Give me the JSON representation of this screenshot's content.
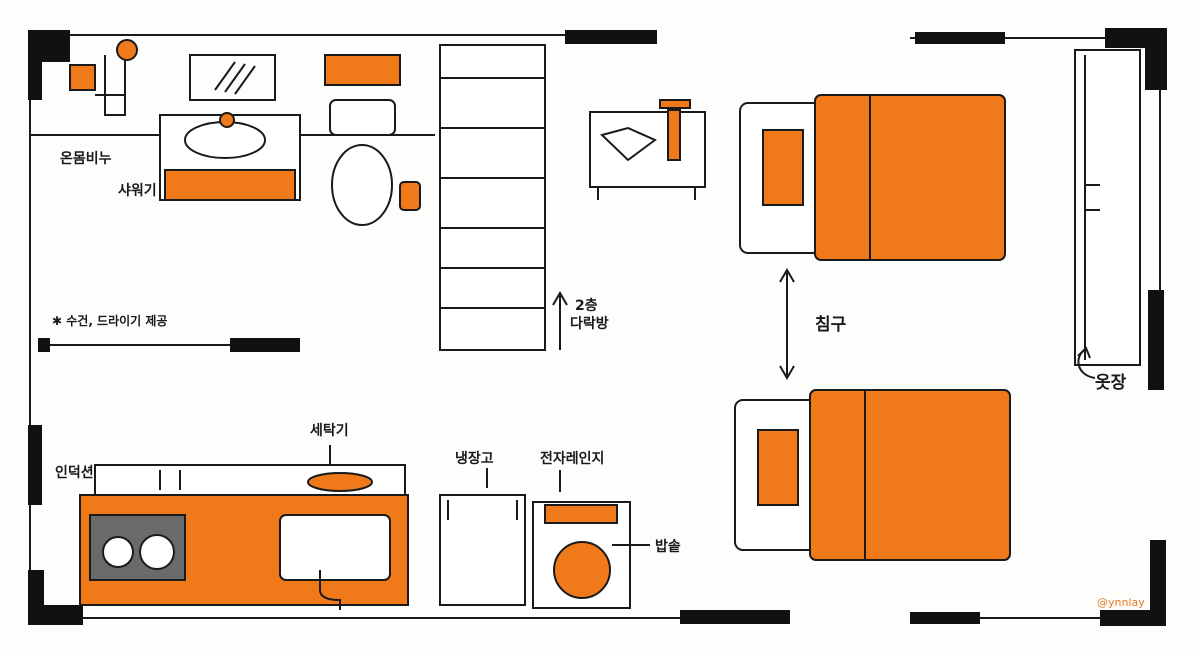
{
  "colors": {
    "accent": "#f07a1a",
    "ink": "#1a1a1a",
    "wall": "#111111"
  },
  "labels": {
    "body_wash": "온몸비누",
    "shower": "샤워기",
    "towel_note": "✱ 수건, 드라이기 제공",
    "loft_line1": "2층",
    "loft_line2": "다락방",
    "bedding": "침구",
    "closet": "옷장",
    "washer": "세탁기",
    "induction": "인덕션",
    "fridge": "냉장고",
    "microwave": "전자레인지",
    "rice_cooker": "밥솥"
  },
  "signature": "@ynnlay"
}
